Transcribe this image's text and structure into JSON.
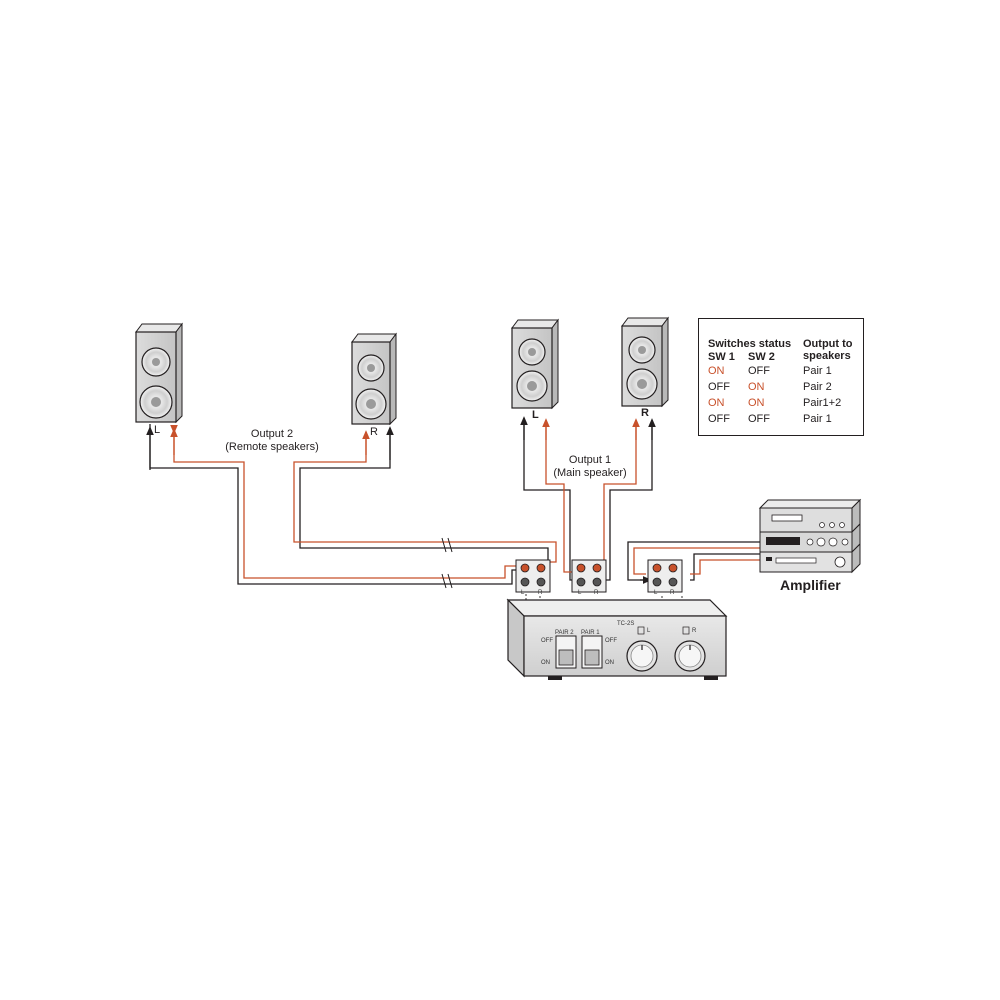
{
  "remote_speakers": {
    "caption_line1": "Output 2",
    "caption_line2": "(Remote speakers)",
    "left_label": "L",
    "right_label": "R"
  },
  "main_speakers": {
    "caption_line1": "Output 1",
    "caption_line2": "(Main speaker)",
    "left_label": "L",
    "right_label": "R"
  },
  "terminals": {
    "left_label": "L",
    "right_label": "R"
  },
  "switch_box": {
    "model": "TC-2S",
    "switch1_label": "PAIR 2",
    "switch2_label": "PAIR 1",
    "off_label": "OFF",
    "on_label": "ON",
    "knob_left_label": "L",
    "knob_right_label": "R"
  },
  "amplifier": {
    "label": "Amplifier"
  },
  "legend": {
    "header_switches": "Switches status",
    "header_output_line1": "Output to",
    "header_output_line2": "speakers",
    "col_sw1": "SW 1",
    "col_sw2": "SW 2",
    "rows": [
      {
        "sw1": "ON",
        "sw2": "OFF",
        "output": "Pair 1"
      },
      {
        "sw1": "OFF",
        "sw2": "ON",
        "output": "Pair 2"
      },
      {
        "sw1": "ON",
        "sw2": "ON",
        "output": "Pair1+2"
      },
      {
        "sw1": "OFF",
        "sw2": "OFF",
        "output": "Pair 1"
      }
    ]
  },
  "colors": {
    "wire_positive": "#c8512b",
    "wire_negative": "#231f20",
    "status_on": "#c8512b"
  }
}
